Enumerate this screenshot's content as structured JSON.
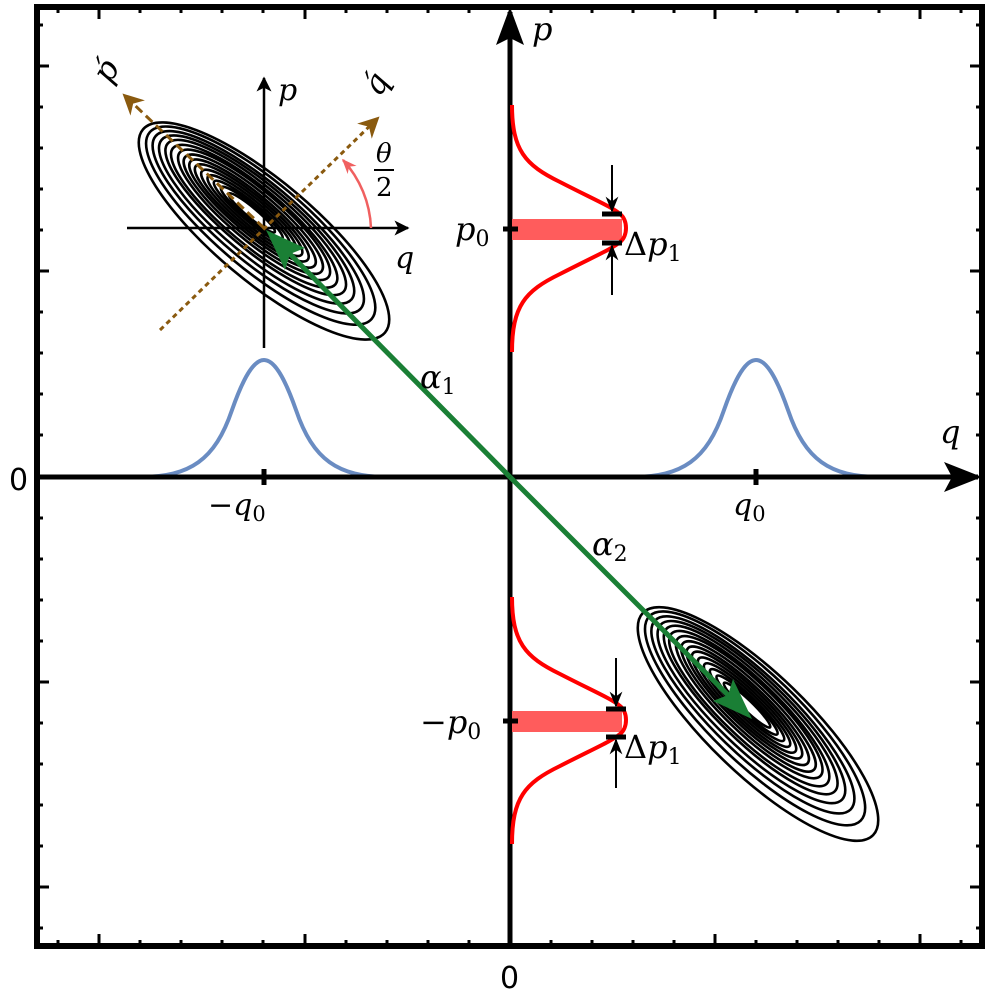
{
  "figure": {
    "type": "phase-space diagram",
    "frame_tick_labels": {
      "left_zero": "0",
      "bottom_zero": "0"
    },
    "axes": {
      "main_q_label": "q",
      "main_p_label": "p",
      "inset_q_label": "q",
      "inset_p_label": "p",
      "rotated_q_label": "q́",
      "rotated_p_label": "ṕ"
    },
    "labels": {
      "minus_q0": {
        "sign": "−",
        "var": "q",
        "sub": "0"
      },
      "q0": {
        "var": "q",
        "sub": "0"
      },
      "p0": {
        "var": "p",
        "sub": "0"
      },
      "minus_p0": {
        "sign": "−",
        "var": "p",
        "sub": "0"
      },
      "alpha1": {
        "var": "α",
        "sub": "1"
      },
      "alpha2": {
        "var": "α",
        "sub": "2"
      },
      "delta_p1_upper": {
        "delta": "Δ",
        "var": "p",
        "sub": "1"
      },
      "delta_p1_lower": {
        "delta": "Δ",
        "var": "p",
        "sub": "1"
      },
      "theta_half": {
        "num": "θ",
        "den": "2"
      }
    },
    "colors": {
      "axis": "#000000",
      "gaussian_q": "#6a8cc2",
      "gaussian_p": "#ff0000",
      "band": "#ff5c5c",
      "displacement_arrow": "#1a7f35",
      "rotated_axes": "#8a5a0f",
      "angle_arc": "#f06060",
      "contours": "#000000"
    },
    "states": [
      {
        "name": "alpha1",
        "center": {
          "q": "-q0",
          "p": "p0"
        },
        "squeeze_angle": "theta/2"
      },
      {
        "name": "alpha2",
        "center": {
          "q": "q0",
          "p": "-p0"
        }
      }
    ]
  }
}
